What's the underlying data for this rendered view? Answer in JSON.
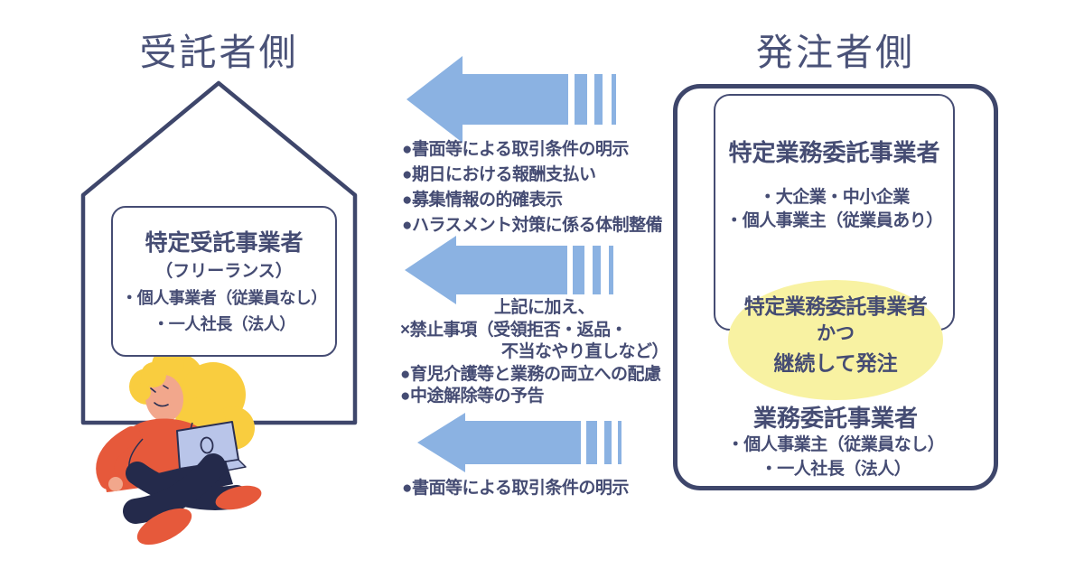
{
  "titles": {
    "left": "受託者側",
    "right": "発注者側"
  },
  "left_house": {
    "heading": "特定受託事業者",
    "subheading": "（フリーランス）",
    "item1": "・個人事業者（従業員なし）",
    "item2": "・一人社長（法人）"
  },
  "obligations_top": {
    "line1": "●書面等による取引条件の明示",
    "line2": "●期日における報酬支払い",
    "line3": "●募集情報の的確表示",
    "line4": "●ハラスメント対策に係る体制整備"
  },
  "obligations_middle": {
    "intro": "上記に加え、",
    "prohibition_line1": "×禁止事項（受領拒否・返品・",
    "prohibition_line2": "不当なやり直しなど）",
    "line3": "●育児介護等と業務の両立への配慮",
    "line4": "●中途解除等の予告"
  },
  "obligations_bottom": {
    "line1": "●書面等による取引条件の明示"
  },
  "right_panel": {
    "inner_box": {
      "heading": "特定業務委託事業者",
      "item1": "・大企業・中小企業",
      "item2": "・個人事業主（従業員あり）"
    },
    "highlight": {
      "line1": "特定業務委託事業者",
      "line2": "かつ",
      "line3": "継続して発注"
    },
    "bottom_group": {
      "heading": "業務委託事業者",
      "item1": "・個人事業主（従業員なし）",
      "item2": "・一人社長（法人）"
    }
  },
  "icons": {
    "arrow_top": "left-block-arrow",
    "arrow_middle": "left-block-arrow",
    "arrow_bottom": "left-block-arrow",
    "house": "house-outline",
    "person": "freelancer-with-laptop"
  },
  "colors": {
    "navy_text": "#454C73",
    "navy_border": "#3E466B",
    "arrow_blue": "#8BB2E2",
    "highlight_yellow": "#F8F2A2",
    "orange": "#E6593B",
    "hair_yellow": "#F9CD3F",
    "skin": "#F2A78C",
    "pants_navy": "#242A4B",
    "laptop_blue": "#B9C5E9",
    "background": "#FFFFFF"
  }
}
